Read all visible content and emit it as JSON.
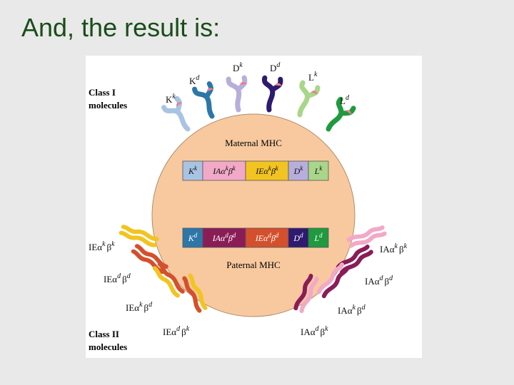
{
  "slide": {
    "title": "And, the result is:"
  },
  "figure": {
    "class_i_label": [
      "Class I",
      "molecules"
    ],
    "class_ii_label": [
      "Class II",
      "molecules"
    ],
    "maternal_label": "Maternal MHC",
    "paternal_label": "Paternal MHC",
    "maternal_genes": [
      {
        "base": "K",
        "sup": "k",
        "color": "#a9c3e3"
      },
      {
        "base": "IAα",
        "sup": "k",
        "base2": "β",
        "sup2": "k",
        "color": "#f2a9c7"
      },
      {
        "base": "IEα",
        "sup": "k",
        "base2": "β",
        "sup2": "k",
        "color": "#f2c421"
      },
      {
        "base": "D",
        "sup": "k",
        "color": "#b8aedb"
      },
      {
        "base": "L",
        "sup": "k",
        "color": "#a9d68a"
      }
    ],
    "paternal_genes": [
      {
        "base": "K",
        "sup": "d",
        "color": "#2d77a8"
      },
      {
        "base": "IAα",
        "sup": "d",
        "base2": "β",
        "sup2": "d",
        "color": "#8a1d57"
      },
      {
        "base": "IEα",
        "sup": "d",
        "base2": "β",
        "sup2": "d",
        "color": "#d4502d"
      },
      {
        "base": "D",
        "sup": "d",
        "color": "#2e1a6e"
      },
      {
        "base": "L",
        "sup": "d",
        "color": "#1f9a3e"
      }
    ],
    "class_i_molecules": [
      {
        "base": "K",
        "sup": "k",
        "color": "#a9c3e3"
      },
      {
        "base": "K",
        "sup": "d",
        "color": "#2d77a8"
      },
      {
        "base": "D",
        "sup": "k",
        "color": "#b8aedb"
      },
      {
        "base": "D",
        "sup": "d",
        "color": "#2e1a6e"
      },
      {
        "base": "L",
        "sup": "k",
        "color": "#a9d68a"
      },
      {
        "base": "L",
        "sup": "d",
        "color": "#1f9a3e"
      }
    ],
    "class_ii_left": [
      {
        "label": "IEα",
        "s1": "k",
        "mid": "β",
        "s2": "k",
        "color1": "#f2c421",
        "color2": "#f2c421"
      },
      {
        "label": "IEα",
        "s1": "d",
        "mid": "β",
        "s2": "d",
        "color1": "#d4502d",
        "color2": "#d4502d"
      },
      {
        "label": "IEα",
        "s1": "k",
        "mid": "β",
        "s2": "d",
        "color1": "#f2c421",
        "color2": "#d4502d"
      },
      {
        "label": "IEα",
        "s1": "d",
        "mid": "β",
        "s2": "k",
        "color1": "#d4502d",
        "color2": "#f2c421"
      }
    ],
    "class_ii_right": [
      {
        "label": "IAα",
        "s1": "k",
        "mid": "β",
        "s2": "k",
        "color1": "#f2a9c7",
        "color2": "#f2a9c7"
      },
      {
        "label": "IAα",
        "s1": "d",
        "mid": "β",
        "s2": "d",
        "color1": "#8a1d57",
        "color2": "#8a1d57"
      },
      {
        "label": "IAα",
        "s1": "k",
        "mid": "β",
        "s2": "d",
        "color1": "#f2a9c7",
        "color2": "#8a1d57"
      },
      {
        "label": "IAα",
        "s1": "d",
        "mid": "β",
        "s2": "k",
        "color1": "#8a1d57",
        "color2": "#f2a9c7"
      }
    ],
    "colors": {
      "cell_fill": "#f8c99f",
      "cell_stroke": "#b08d6a",
      "peptide": "#e8808a"
    }
  }
}
